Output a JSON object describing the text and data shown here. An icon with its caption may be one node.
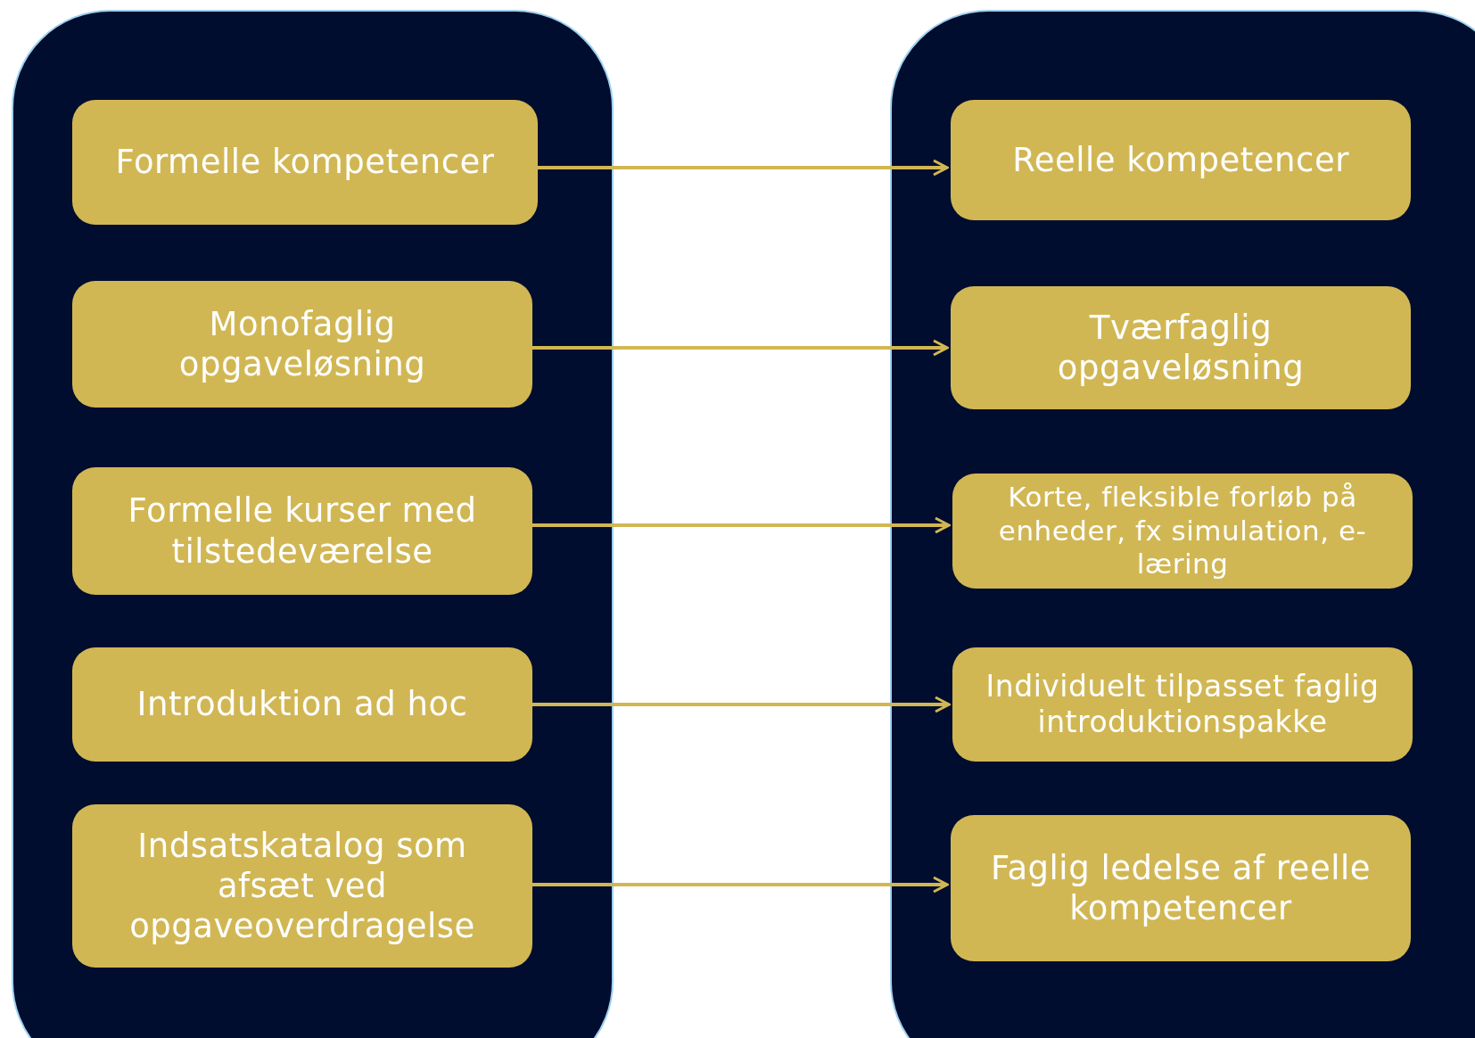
{
  "diagram": {
    "nodes": [
      {
        "text": [],
        "shape": "box"
      },
      {
        "text": [
          "Formelle kompetencer"
        ],
        "in": 0
      },
      {
        "text": [
          "Monofaglig opgaveløsning"
        ],
        "in": 0
      },
      {
        "text": [
          "Formelle kurser med tilstedeværelse"
        ],
        "in": 0
      },
      {
        "text": [
          "Introduktion ad hoc"
        ],
        "in": 0
      },
      {
        "text": [
          "Indsatskatalog som afsæt ved opgaveoverdragelse"
        ],
        "in": 0
      },
      {
        "text": [],
        "shape": "box"
      },
      {
        "text": [
          "Reelle kompetencer"
        ],
        "in": 6
      },
      {
        "text": [
          "Tværfaglig opgaveløsning"
        ],
        "in": 6
      },
      {
        "text": [
          "Korte, fleksible forløb på enheder, fx simulation, e-læring"
        ],
        "in": 6
      },
      {
        "text": [
          "Individuelt tilpasset faglig introduktionspakke"
        ],
        "in": 6
      },
      {
        "text": [
          "Faglig ledelse af reelle kompetencer"
        ],
        "in": 6
      }
    ],
    "edges": [
      {
        "from": 1,
        "to": 7,
        "arrow": "to"
      },
      {
        "from": 2,
        "to": 8,
        "arrow": "to"
      },
      {
        "from": 3,
        "to": 9,
        "arrow": "to"
      },
      {
        "from": 4,
        "to": 10,
        "arrow": "to"
      },
      {
        "from": 5,
        "to": 11,
        "arrow": "to"
      }
    ]
  }
}
